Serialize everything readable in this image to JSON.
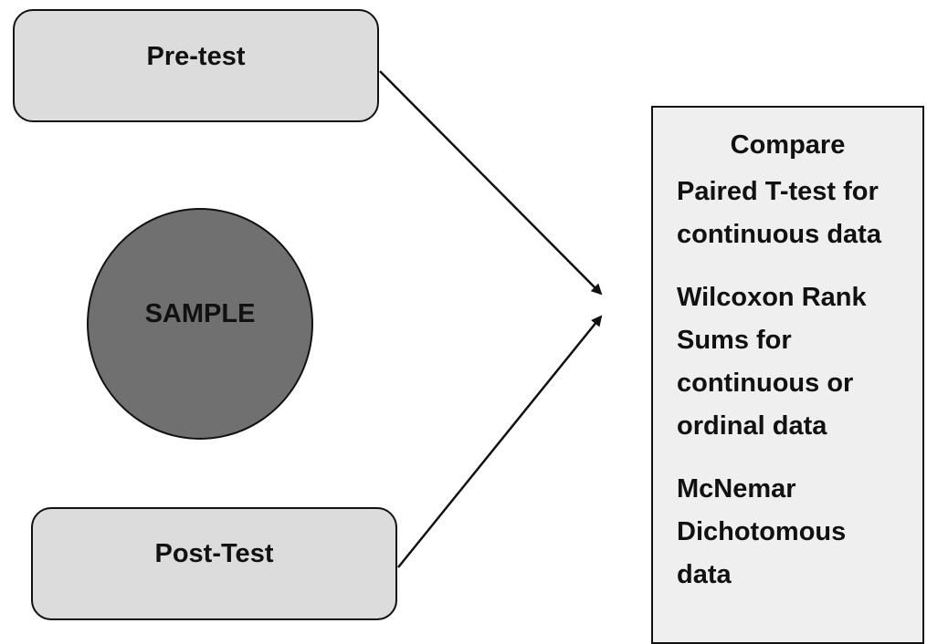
{
  "diagram": {
    "pre_test_label": "Pre-test",
    "post_test_label": "Post-Test",
    "sample_label": "SAMPLE",
    "compare": {
      "title": "Compare",
      "methods": [
        "Paired T-test for\ncontinuous data",
        "Wilcoxon Rank\nSums for\ncontinuous or\nordinal data",
        "McNemar\nDichotomous\ndata"
      ]
    }
  }
}
